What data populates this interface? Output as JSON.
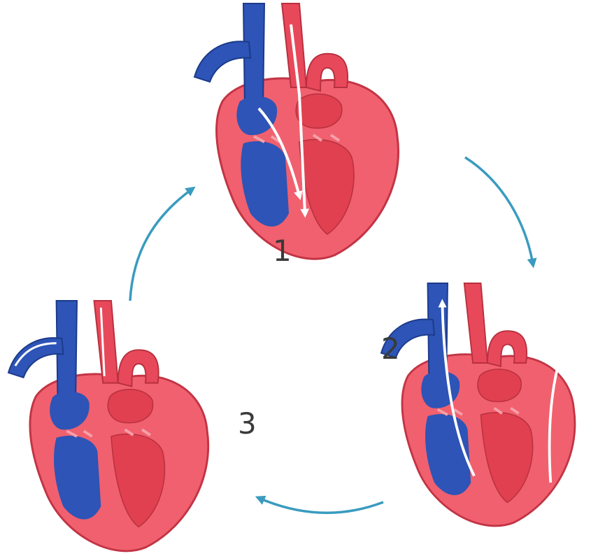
{
  "labels": {
    "step_1": "1",
    "step_2": "2",
    "step_3": "3"
  },
  "colors": {
    "deoxygenated_blue": "#2d54b6",
    "oxygenated_red": "#e8495a",
    "muscle_pink": "#f1606e",
    "cycle_arrow": "#3a9bbf",
    "flow_arrow": "#ffffff"
  }
}
